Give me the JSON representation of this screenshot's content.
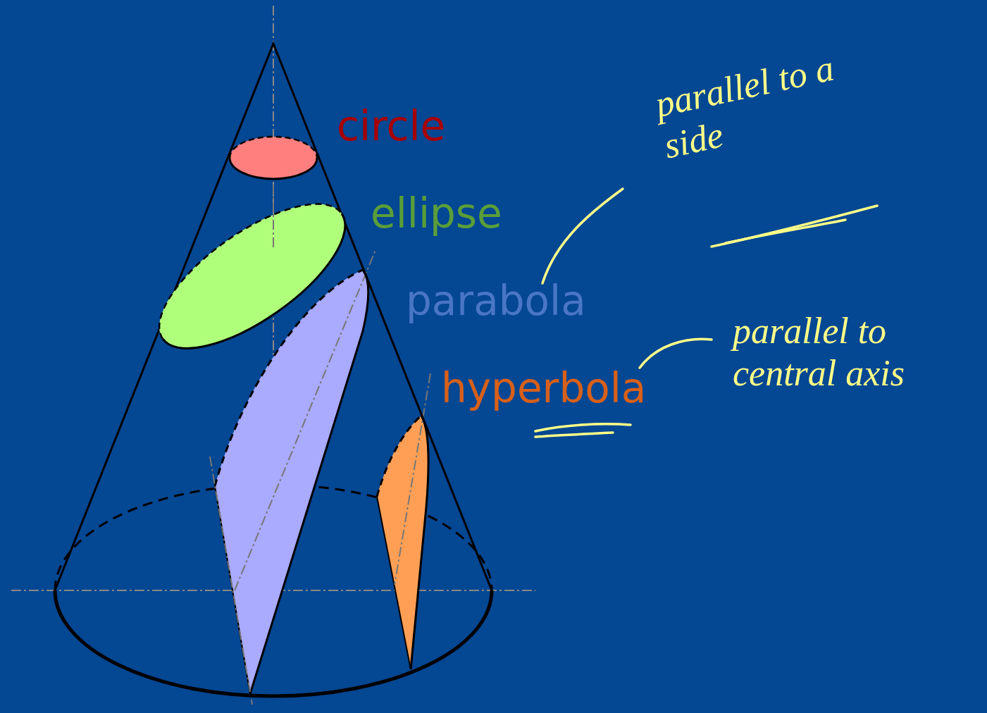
{
  "diagram": {
    "labels": [
      "circle",
      "ellipse",
      "parabola",
      "hyperbola",
      "parallel to a side",
      "parallel to central axis"
    ]
  }
}
